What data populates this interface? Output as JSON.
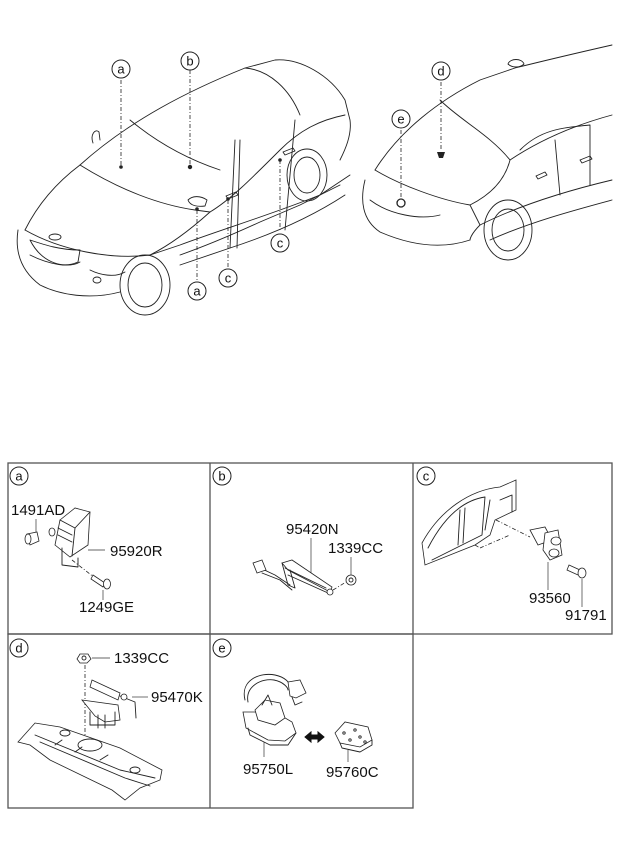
{
  "diagram": {
    "overview": {
      "front_car_callouts": [
        "a",
        "b",
        "a",
        "c",
        "c"
      ],
      "rear_car_callouts": [
        "d",
        "e"
      ]
    },
    "panels": [
      {
        "id": "a",
        "parts": [
          "1491AD",
          "95920R",
          "1249GE"
        ]
      },
      {
        "id": "b",
        "parts": [
          "95420N",
          "1339CC"
        ]
      },
      {
        "id": "c",
        "parts": [
          "93560",
          "91791"
        ]
      },
      {
        "id": "d",
        "parts": [
          "1339CC",
          "95470K"
        ]
      },
      {
        "id": "e",
        "parts": [
          "95750L",
          "95760C"
        ]
      }
    ]
  }
}
